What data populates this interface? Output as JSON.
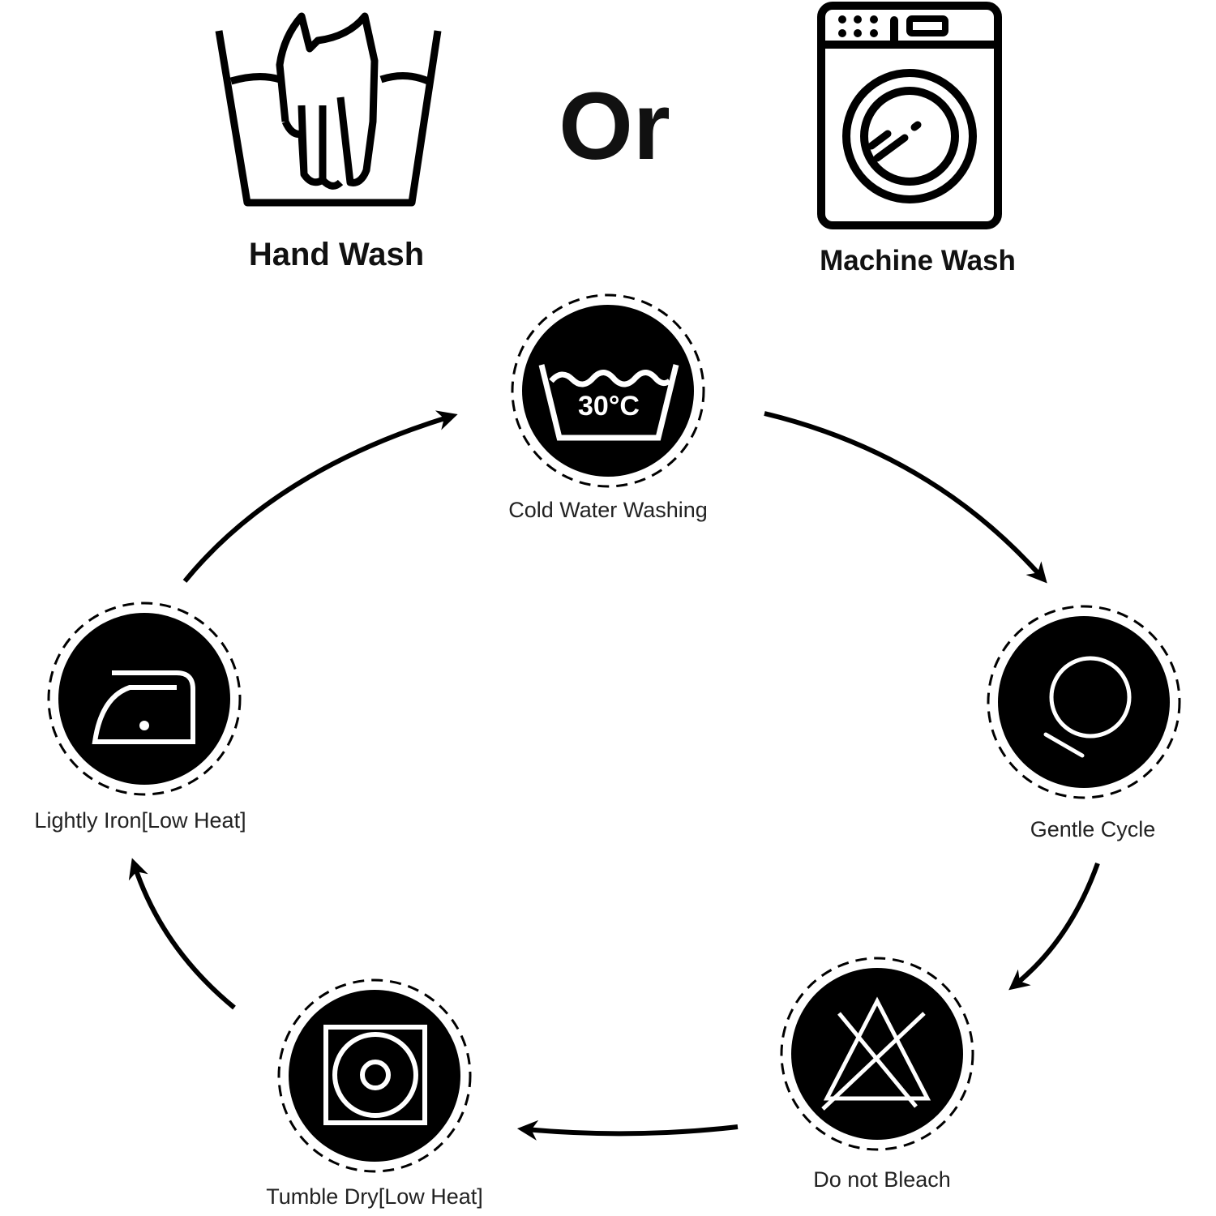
{
  "header": {
    "hand_wash": "Hand Wash",
    "or": "Or",
    "machine_wash": "Machine Wash"
  },
  "steps": [
    {
      "label": "Cold Water Washing",
      "icon": "wash-tub-30c-icon",
      "temperature": "30°C"
    },
    {
      "label": "Gentle Cycle",
      "icon": "gentle-cycle-icon"
    },
    {
      "label": "Do not Bleach",
      "icon": "no-bleach-icon"
    },
    {
      "label": "Tumble Dry[Low Heat]",
      "icon": "tumble-dry-icon"
    },
    {
      "label": "Lightly Iron[Low Heat]",
      "icon": "iron-low-heat-icon"
    }
  ],
  "colors": {
    "ink": "#000000",
    "background": "#ffffff"
  }
}
